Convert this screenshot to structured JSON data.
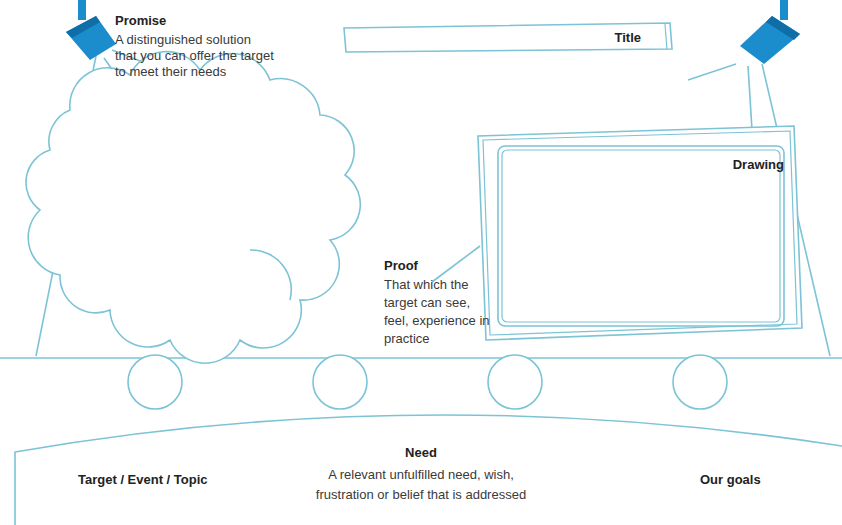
{
  "diagram": {
    "nodes": [
      {
        "text": [
          "Title"
        ]
      },
      {
        "text": [
          "Drawing"
        ]
      },
      {
        "text": [
          "Target / Event / Topic",
          "Need",
          "A relevant unfulfilled need, wish, frustration or belief that is addressed",
          "Our goals"
        ]
      }
    ],
    "labels": [
      "Promise",
      "A distinguished solution that you can offer the target to meet their needs",
      "Proof",
      "That which the target can see, feel, experience in practice"
    ]
  }
}
